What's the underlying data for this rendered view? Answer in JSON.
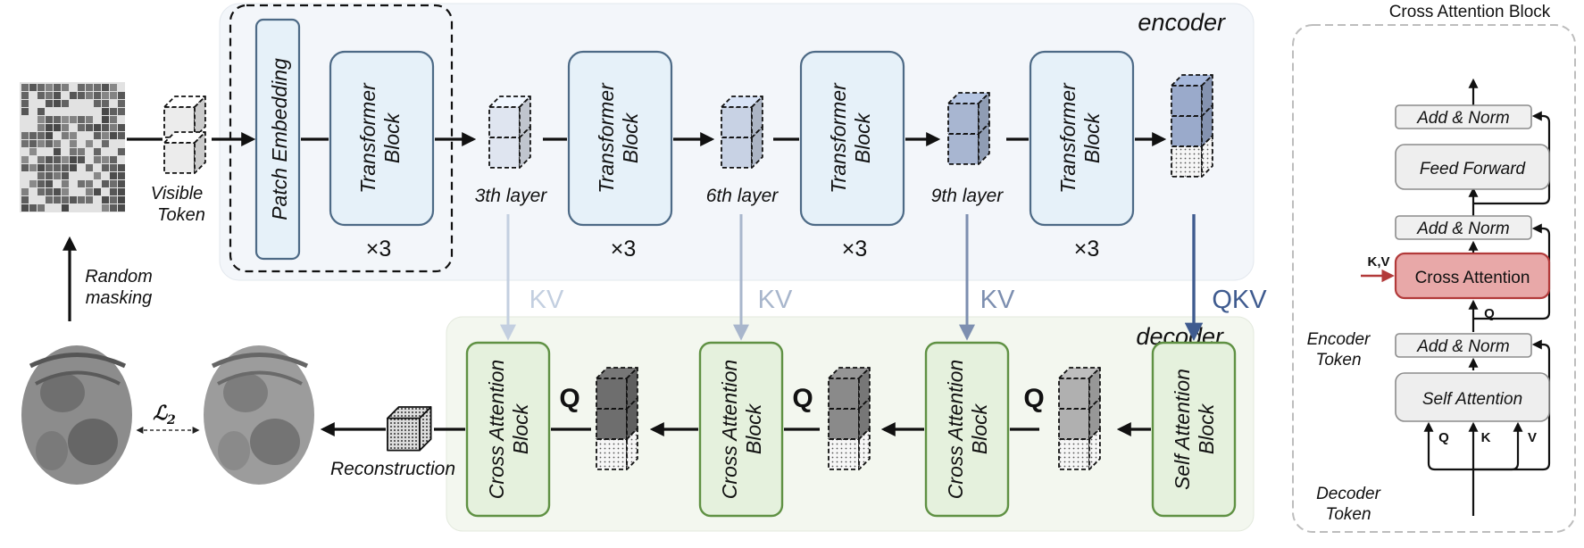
{
  "encoder": {
    "title": "encoder",
    "patch_embedding": "Patch Embedding",
    "transformer_block": [
      "Transformer",
      "Block"
    ],
    "repeat": "×3",
    "layers": [
      "3th layer",
      "6th layer",
      "9th layer"
    ]
  },
  "input": {
    "visible_token": [
      "Visible",
      "Token"
    ],
    "random_masking": [
      "Random",
      "masking"
    ],
    "loss": "ℒ",
    "loss_sub": "2",
    "reconstruction": "Reconstruction"
  },
  "decoder": {
    "title": "decoder",
    "cross_attention_block": [
      "Cross Attention",
      "Block"
    ],
    "self_attention_block": [
      "Self Attention",
      "Block"
    ],
    "q": "Q",
    "kv": "KV",
    "qkv": "QKV"
  },
  "cross_attention_detail": {
    "title": "Cross Attention Block",
    "add_norm": "Add & Norm",
    "feed_forward": "Feed Forward",
    "cross_attention": "Cross Attention",
    "self_attention": "Self Attention",
    "kv_label": "K,V",
    "q_label": "Q",
    "qkv_labels": [
      "Q",
      "K",
      "V"
    ],
    "encoder_token": [
      "Encoder",
      "Token"
    ],
    "decoder_token": [
      "Decoder",
      "Token"
    ]
  },
  "colors": {
    "encoder_panel": "#f3f6fa",
    "decoder_panel": "#f3f7ef",
    "block_blue_fill": "#e6f1f9",
    "block_blue_stroke": "#4d6a86",
    "block_green_fill": "#e5f1dd",
    "block_green_stroke": "#5f9143",
    "kv_light": "#c3cfe0",
    "kv_mid": "#a8b6cc",
    "kv_dark": "#7d8fb0",
    "qkv": "#3f5b8f",
    "cross_attention_fill": "#e8a8a8",
    "cross_attention_stroke": "#b23a3a",
    "red_arrow": "#b23a3a"
  }
}
